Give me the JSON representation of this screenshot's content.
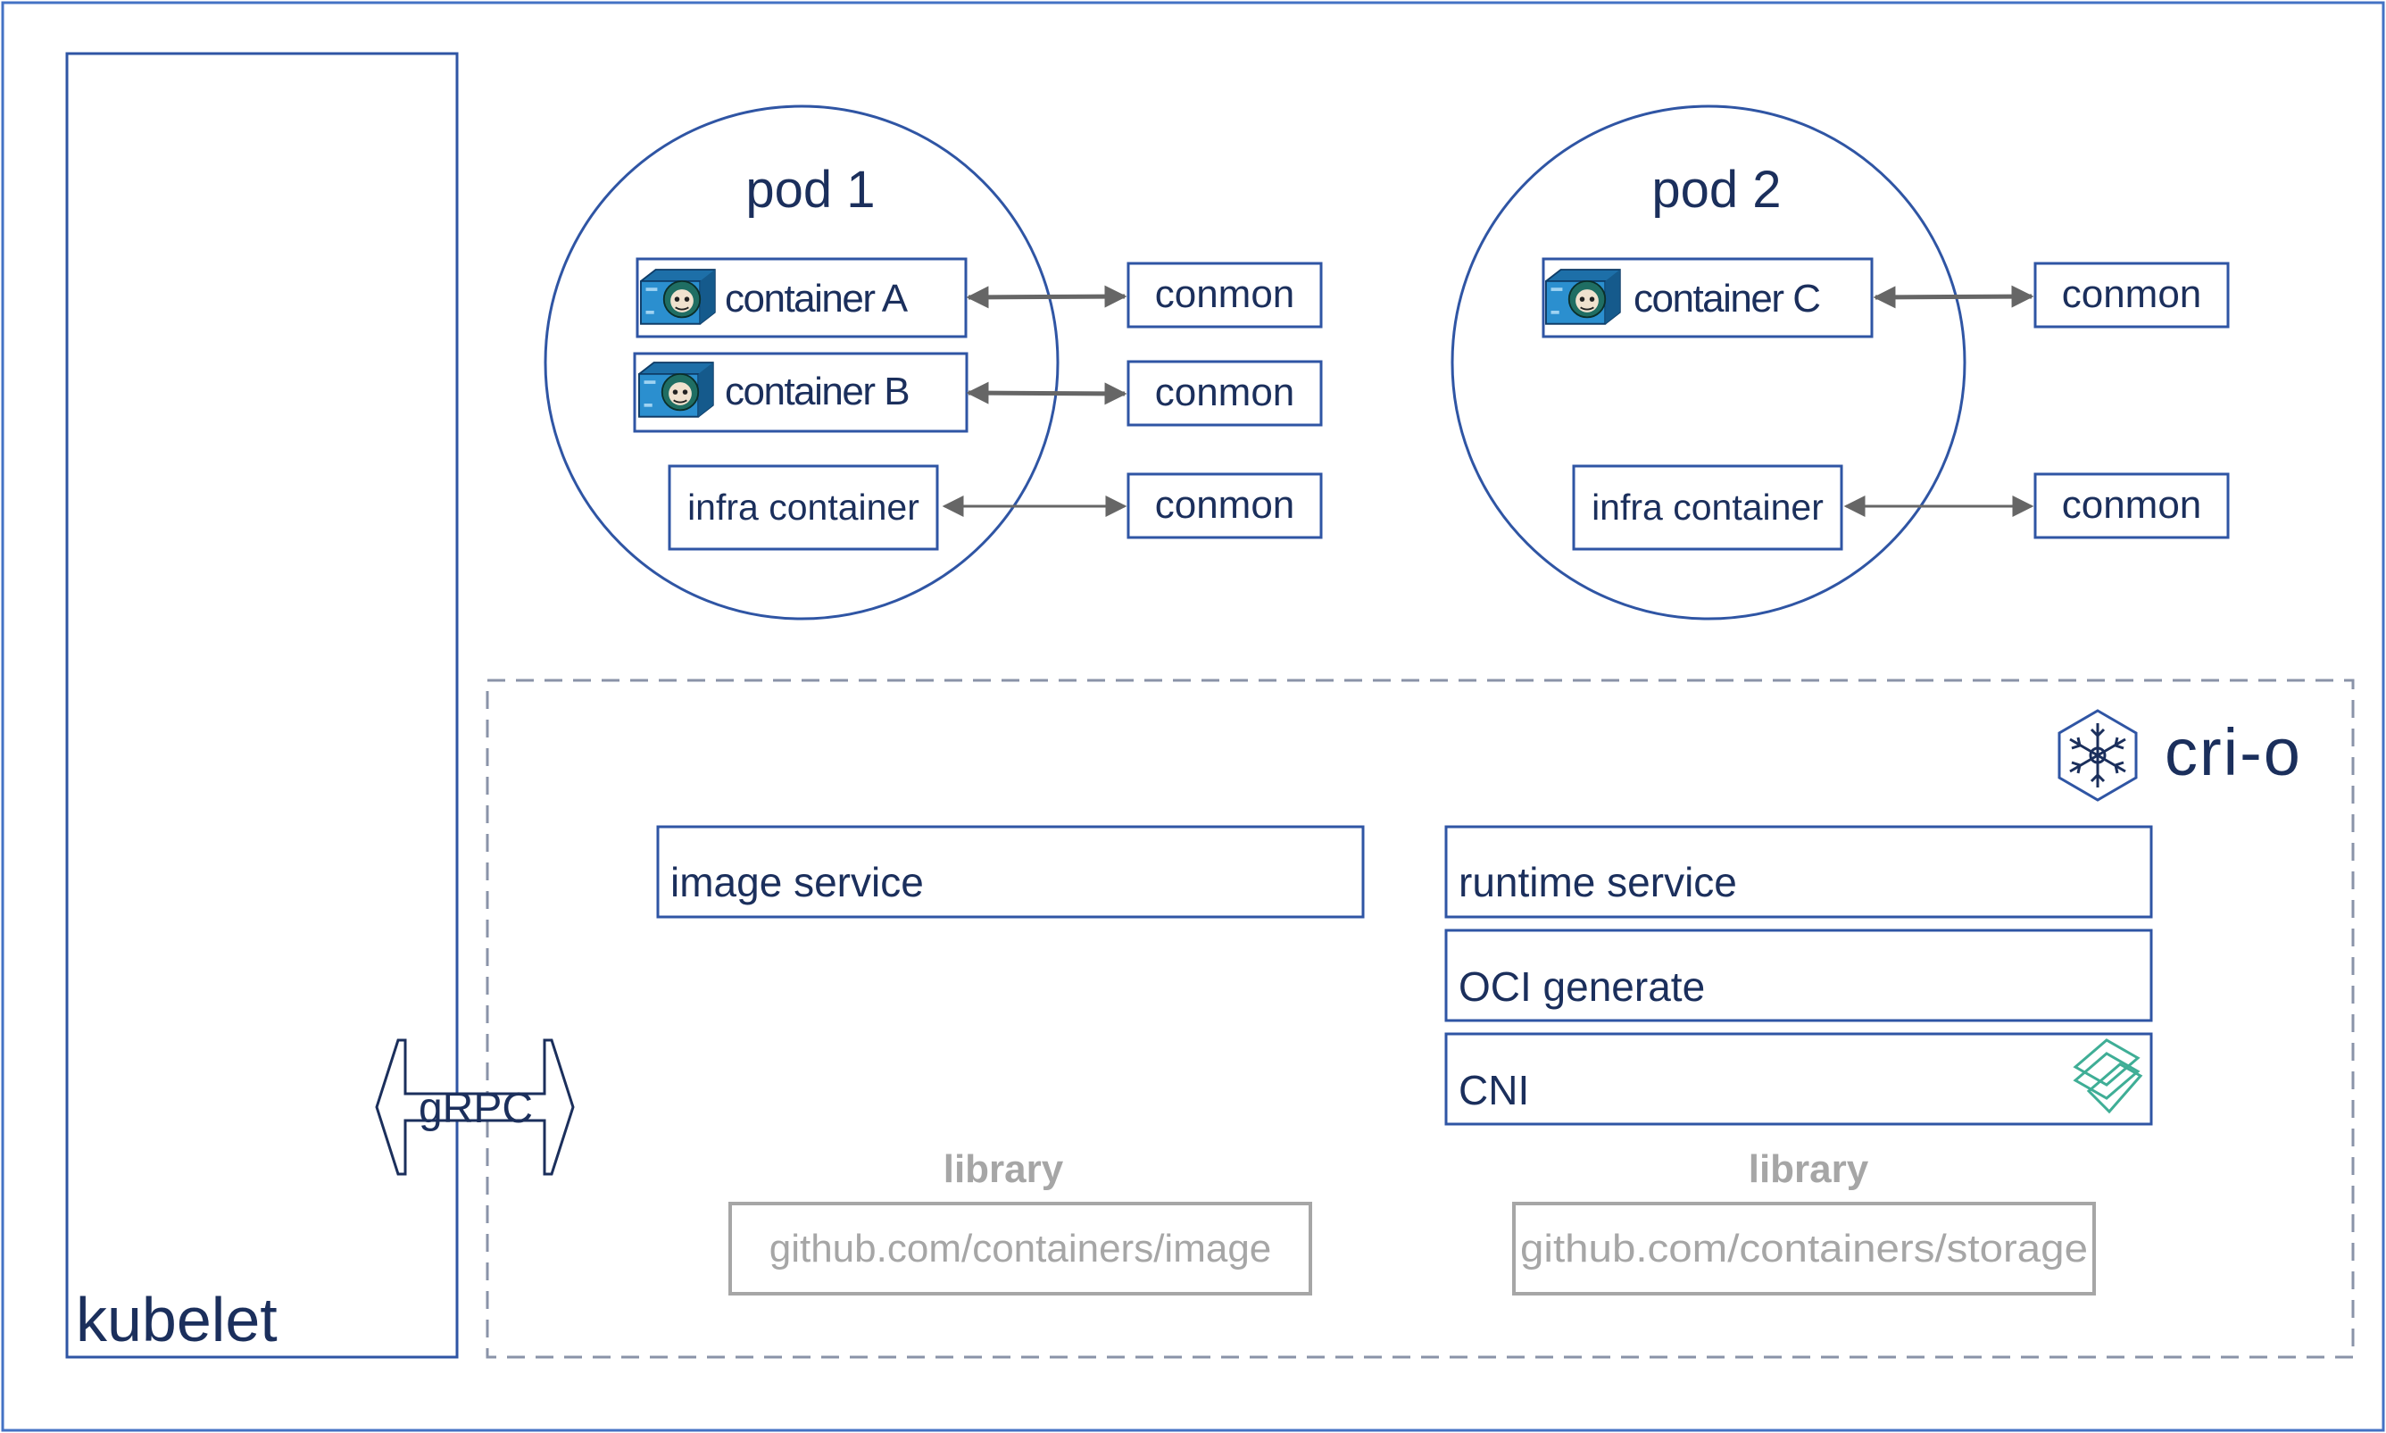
{
  "kubelet": {
    "label": "kubelet"
  },
  "grpc": {
    "label": "gRPC"
  },
  "pods": [
    {
      "title": "pod 1",
      "containers": [
        "container A",
        "container B"
      ],
      "infra": "infra container",
      "conmon": [
        "conmon",
        "conmon",
        "conmon"
      ]
    },
    {
      "title": "pod 2",
      "containers": [
        "container C"
      ],
      "infra": "infra container",
      "conmon": [
        "conmon",
        "conmon"
      ]
    }
  ],
  "crio": {
    "logo_text": "cri-o",
    "logo_icon": "snowflake-hexagon-icon",
    "image_service": "image service",
    "runtime_service": "runtime service",
    "oci_generate": "OCI generate",
    "cni": "CNI",
    "cni_icon": "cni-logo-icon",
    "libraries": [
      {
        "heading": "library",
        "name": "github.com/containers/image"
      },
      {
        "heading": "library",
        "name": "github.com/containers/storage"
      }
    ]
  },
  "colors": {
    "frame_blue": "#4472c4",
    "navy": "#1b2f5c",
    "box_blue": "#2f55a4",
    "arrow_gray": "#666666",
    "dash_gray": "#8a93a8",
    "library_gray": "#a6a6a6",
    "cni_teal": "#3fae96"
  }
}
